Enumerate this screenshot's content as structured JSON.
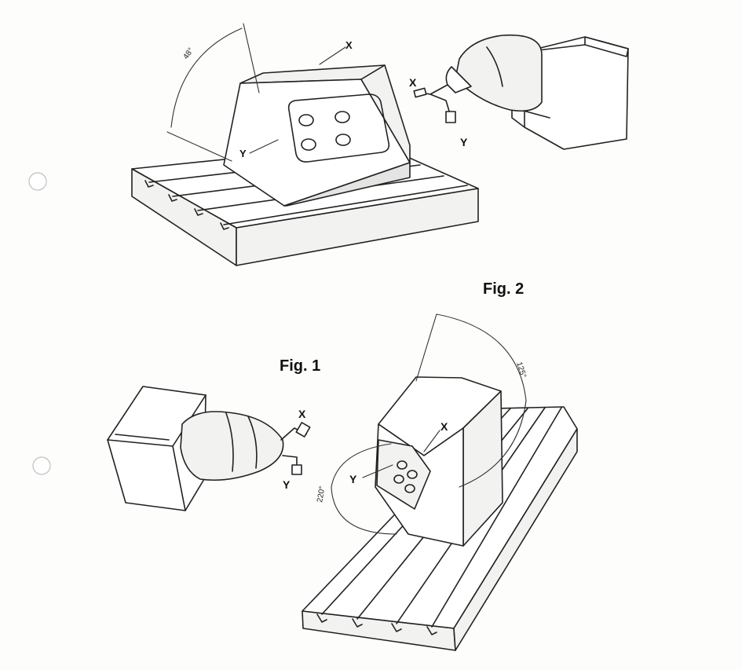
{
  "figures": {
    "fig2": {
      "caption": "Fig. 2",
      "angle_label": "48°",
      "x_label": "X",
      "y_label": "Y",
      "tool_x_label": "X",
      "tool_y_label": "Y"
    },
    "fig1": {
      "caption": "Fig. 1",
      "angle_top_label": "125°",
      "angle_left_label": "220°",
      "x_label": "X",
      "y_label": "Y",
      "tool_x_label": "X",
      "tool_y_label": "Y"
    }
  }
}
